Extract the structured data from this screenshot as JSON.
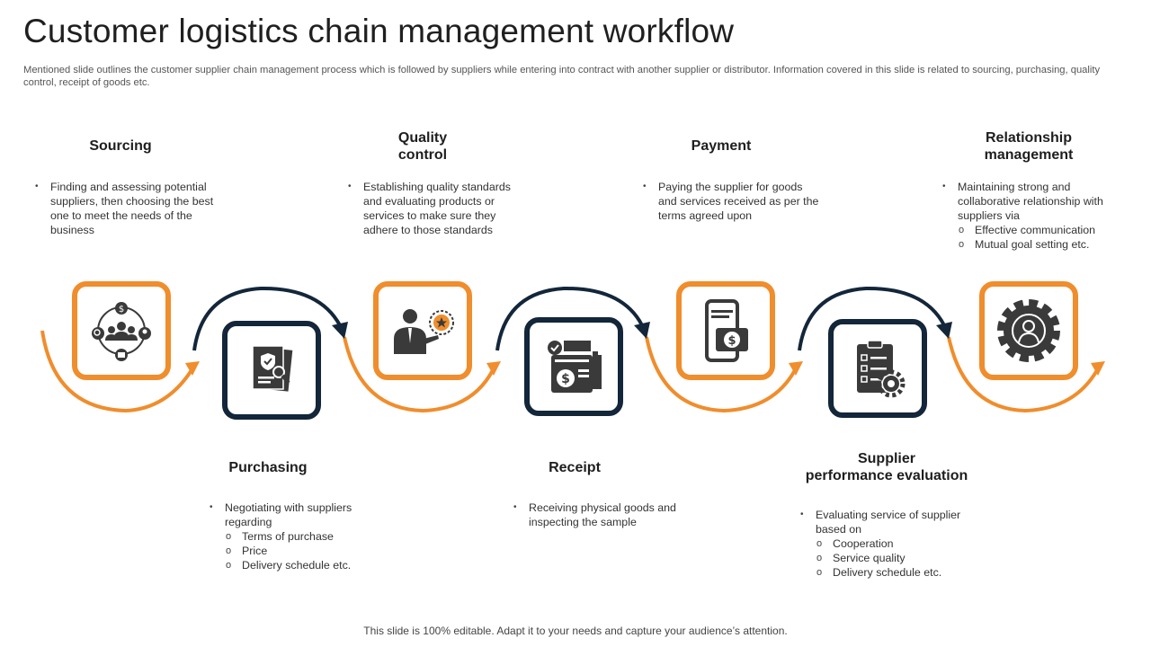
{
  "title": "Customer logistics chain management workflow",
  "subtitle": "Mentioned slide outlines the customer supplier chain management process which is followed by suppliers while entering into contract with another supplier or distributor. Information covered in this slide is related to sourcing, purchasing, quality control, receipt of goods etc.",
  "footer": "This slide is 100% editable. Adapt it to your needs and capture your audience’s attention.",
  "colors": {
    "orange": "#f08d2c",
    "navy": "#13263a",
    "icon": "#3a3a3a"
  },
  "steps": {
    "sourcing": {
      "heading": "Sourcing",
      "icon": "network-people-icon",
      "bullets": [
        "Finding and assessing potential suppliers, then choosing the best one to meet the needs of the business"
      ]
    },
    "purchasing": {
      "heading": "Purchasing",
      "icon": "document-search-icon",
      "bullets": [
        "Negotiating with suppliers regarding"
      ],
      "sub": [
        "Terms of purchase",
        "Price",
        "Delivery schedule etc."
      ]
    },
    "quality_control": {
      "heading_line1": "Quality",
      "heading_line2": "control",
      "icon": "businessman-badge-icon",
      "bullets": [
        "Establishing quality standards and evaluating products or services to make sure they adhere to those standards"
      ]
    },
    "receipt": {
      "heading": "Receipt",
      "icon": "invoice-dollar-icon",
      "bullets": [
        "Receiving physical goods and inspecting the sample"
      ]
    },
    "payment": {
      "heading": "Payment",
      "icon": "mobile-payment-icon",
      "bullets": [
        "Paying the supplier for goods and services received as per the terms agreed upon"
      ]
    },
    "supplier_eval": {
      "heading_line1": "Supplier",
      "heading_line2": "performance evaluation",
      "icon": "checklist-gear-icon",
      "bullets": [
        "Evaluating service of supplier based on"
      ],
      "sub": [
        "Cooperation",
        "Service quality",
        "Delivery schedule etc."
      ]
    },
    "relationship": {
      "heading_line1": "Relationship",
      "heading_line2": "management",
      "icon": "gear-person-icon",
      "bullets": [
        "Maintaining strong and collaborative relationship with suppliers via"
      ],
      "sub": [
        "Effective communication",
        "Mutual goal setting etc."
      ]
    }
  }
}
